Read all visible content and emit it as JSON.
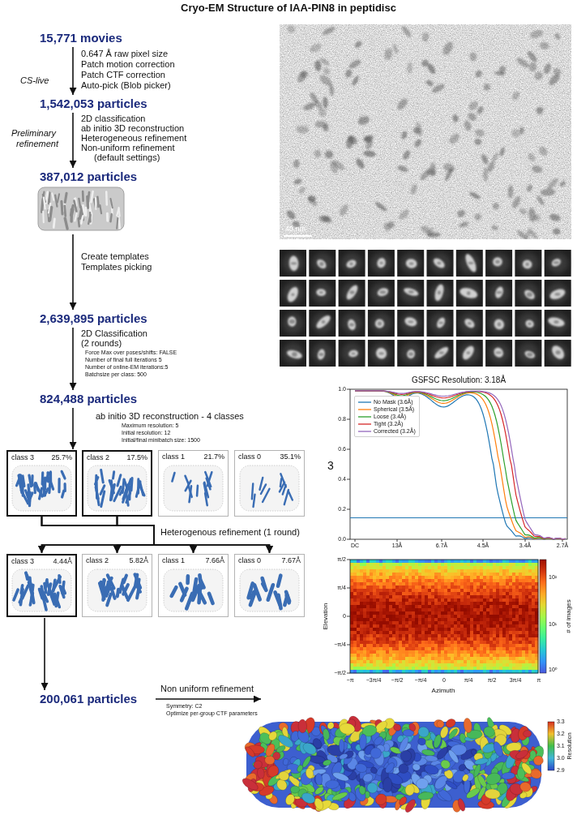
{
  "diagram": {
    "title": "Cryo-EM Structure of IAA-PIN8 in peptidisc",
    "nodes": [
      {
        "text": [
          "15,771 movies"
        ]
      },
      {
        "text": [
          "1,542,053 particles"
        ]
      },
      {
        "text": [
          "387,012 particles"
        ]
      },
      {
        "text": [
          "2,639,895 particles"
        ]
      },
      {
        "text": [
          "824,488 particles"
        ]
      },
      {
        "text": [
          "class 3",
          "25.7%"
        ]
      },
      {
        "text": [
          "class 2",
          "17.5%"
        ]
      },
      {
        "text": [
          "class 1",
          "21.7%"
        ]
      },
      {
        "text": [
          "class 0",
          "35.1%"
        ]
      },
      {
        "text": [
          "class 3",
          "4.44Å"
        ]
      },
      {
        "text": [
          "class 2",
          "5.82Å"
        ]
      },
      {
        "text": [
          "class 1",
          "7.66Å"
        ]
      },
      {
        "text": [
          "class 0",
          "7.67Å"
        ]
      },
      {
        "text": [
          "200,061 particles"
        ]
      }
    ],
    "edges": [
      {
        "from": 0,
        "to": 1,
        "arrow": "to"
      },
      {
        "from": 1,
        "to": 2,
        "arrow": "to"
      },
      {
        "from": 2,
        "to": 3,
        "arrow": "to"
      },
      {
        "from": 3,
        "to": 4,
        "arrow": "to"
      },
      {
        "from": 4,
        "to": 5,
        "arrow": "to"
      },
      {
        "from": 5,
        "to": 9,
        "arrow": "to"
      },
      {
        "from": 5,
        "to": 10,
        "arrow": "to"
      },
      {
        "from": 5,
        "to": 11,
        "arrow": "to"
      },
      {
        "from": 5,
        "to": 12,
        "arrow": "to"
      },
      {
        "from": 6,
        "to": 9,
        "arrow": "to"
      },
      {
        "from": 6,
        "to": 10,
        "arrow": "to"
      },
      {
        "from": 6,
        "to": 11,
        "arrow": "to"
      },
      {
        "from": 6,
        "to": 12,
        "arrow": "to"
      },
      {
        "from": 9,
        "to": 13,
        "arrow": "to"
      }
    ],
    "labels": [
      "CS-live",
      "0.647 Å raw pixel size",
      "Patch motion correction",
      "Patch CTF correction",
      "Auto-pick (Blob picker)",
      "Preliminary",
      "refinement",
      "2D classification",
      "ab initio 3D reconstruction",
      "Heterogeneous refinement",
      "Non-uniform refinement",
      "(default settings)",
      "Create templates",
      "Templates picking",
      "2D Classification",
      "(2 rounds)",
      "Force Max over poses/shifts: FALSE",
      "Number of final full iterations 5",
      "Number of online-EM iterations:5",
      "Batchsize per class: 500",
      "ab initio 3D reconstruction - 4 classes",
      "Maximum resolution: 5",
      "Initial resolution: 12",
      "Initial/final minibatch size: 1500",
      "Heterogenous refinement (1 round)",
      "Non uniform refinement",
      "Symmetry: C2",
      "Optimize per-group CTF parameters",
      "40 nm",
      "GSFSC Resolution: 3.18Å",
      "3",
      "0.0",
      "0.2",
      "0.4",
      "0.6",
      "0.8",
      "1.0",
      "DC",
      "13Å",
      "6.7Å",
      "4.5Å",
      "3.4Å",
      "2.7Å",
      "Elevation",
      "Azimuth",
      "π/2",
      "π/4",
      "0",
      "−π/4",
      "−π/2",
      "−π",
      "−3π/4",
      "−π/2",
      "−π/4",
      "0",
      "π/4",
      "π/2",
      "3π/4",
      "π",
      "10²",
      "10¹",
      "10⁰",
      "# of images",
      "3.3",
      "3.2",
      "3.1",
      "3.0",
      "2.9",
      "Resolution"
    ],
    "legend": [
      {
        "text": "No Mask (3.6Å)"
      },
      {
        "text": "Spherical (3.5Å)"
      },
      {
        "text": "Loose (3.4Å)"
      },
      {
        "text": "Tight (3.2Å)"
      },
      {
        "text": "Corrected (3.2Å)"
      }
    ]
  }
}
